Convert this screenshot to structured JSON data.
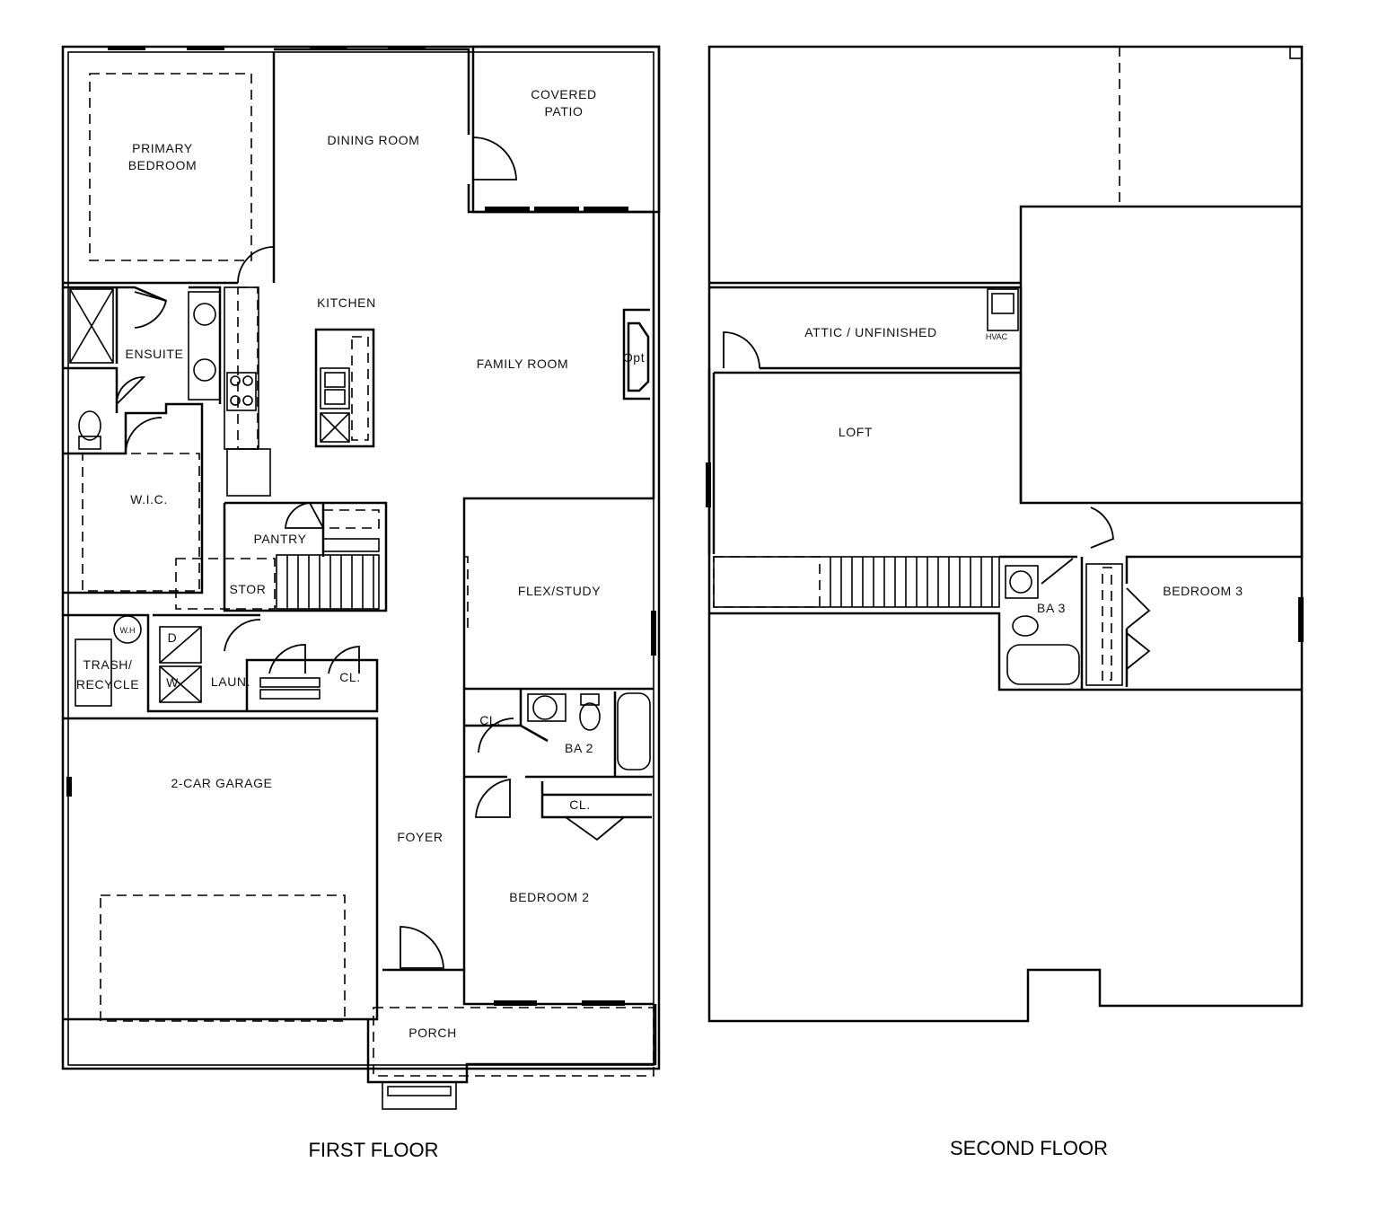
{
  "floors": {
    "first": {
      "title": "FIRST FLOOR",
      "rooms": {
        "primary_bedroom": [
          "PRIMARY",
          "BEDROOM"
        ],
        "dining_room": "DINING ROOM",
        "covered_patio": [
          "COVERED",
          "PATIO"
        ],
        "kitchen": "KITCHEN",
        "family_room": "FAMILY ROOM",
        "fireplace_opt": "Opt",
        "ensuite": "ENSUITE",
        "wic": "W.I.C.",
        "pantry": "PANTRY",
        "stor": "STOR",
        "flex_study": "FLEX/STUDY",
        "water_heater": "W.H",
        "trash_recycle": [
          "TRASH/",
          "RECYCLE"
        ],
        "dryer": "D",
        "washer": "W",
        "laundry": "LAUN.",
        "closet_hall": "CL.",
        "closet_ba2": "CL.",
        "ba2": "BA 2",
        "garage": "2-CAR GARAGE",
        "closet_bed2": "CL.",
        "foyer": "FOYER",
        "bedroom2": "BEDROOM 2",
        "porch": "PORCH"
      }
    },
    "second": {
      "title": "SECOND FLOOR",
      "rooms": {
        "attic": "ATTIC / UNFINISHED",
        "hvac": "HVAC",
        "loft": "LOFT",
        "bedroom3": "BEDROOM 3",
        "ba3": "BA 3"
      }
    }
  }
}
